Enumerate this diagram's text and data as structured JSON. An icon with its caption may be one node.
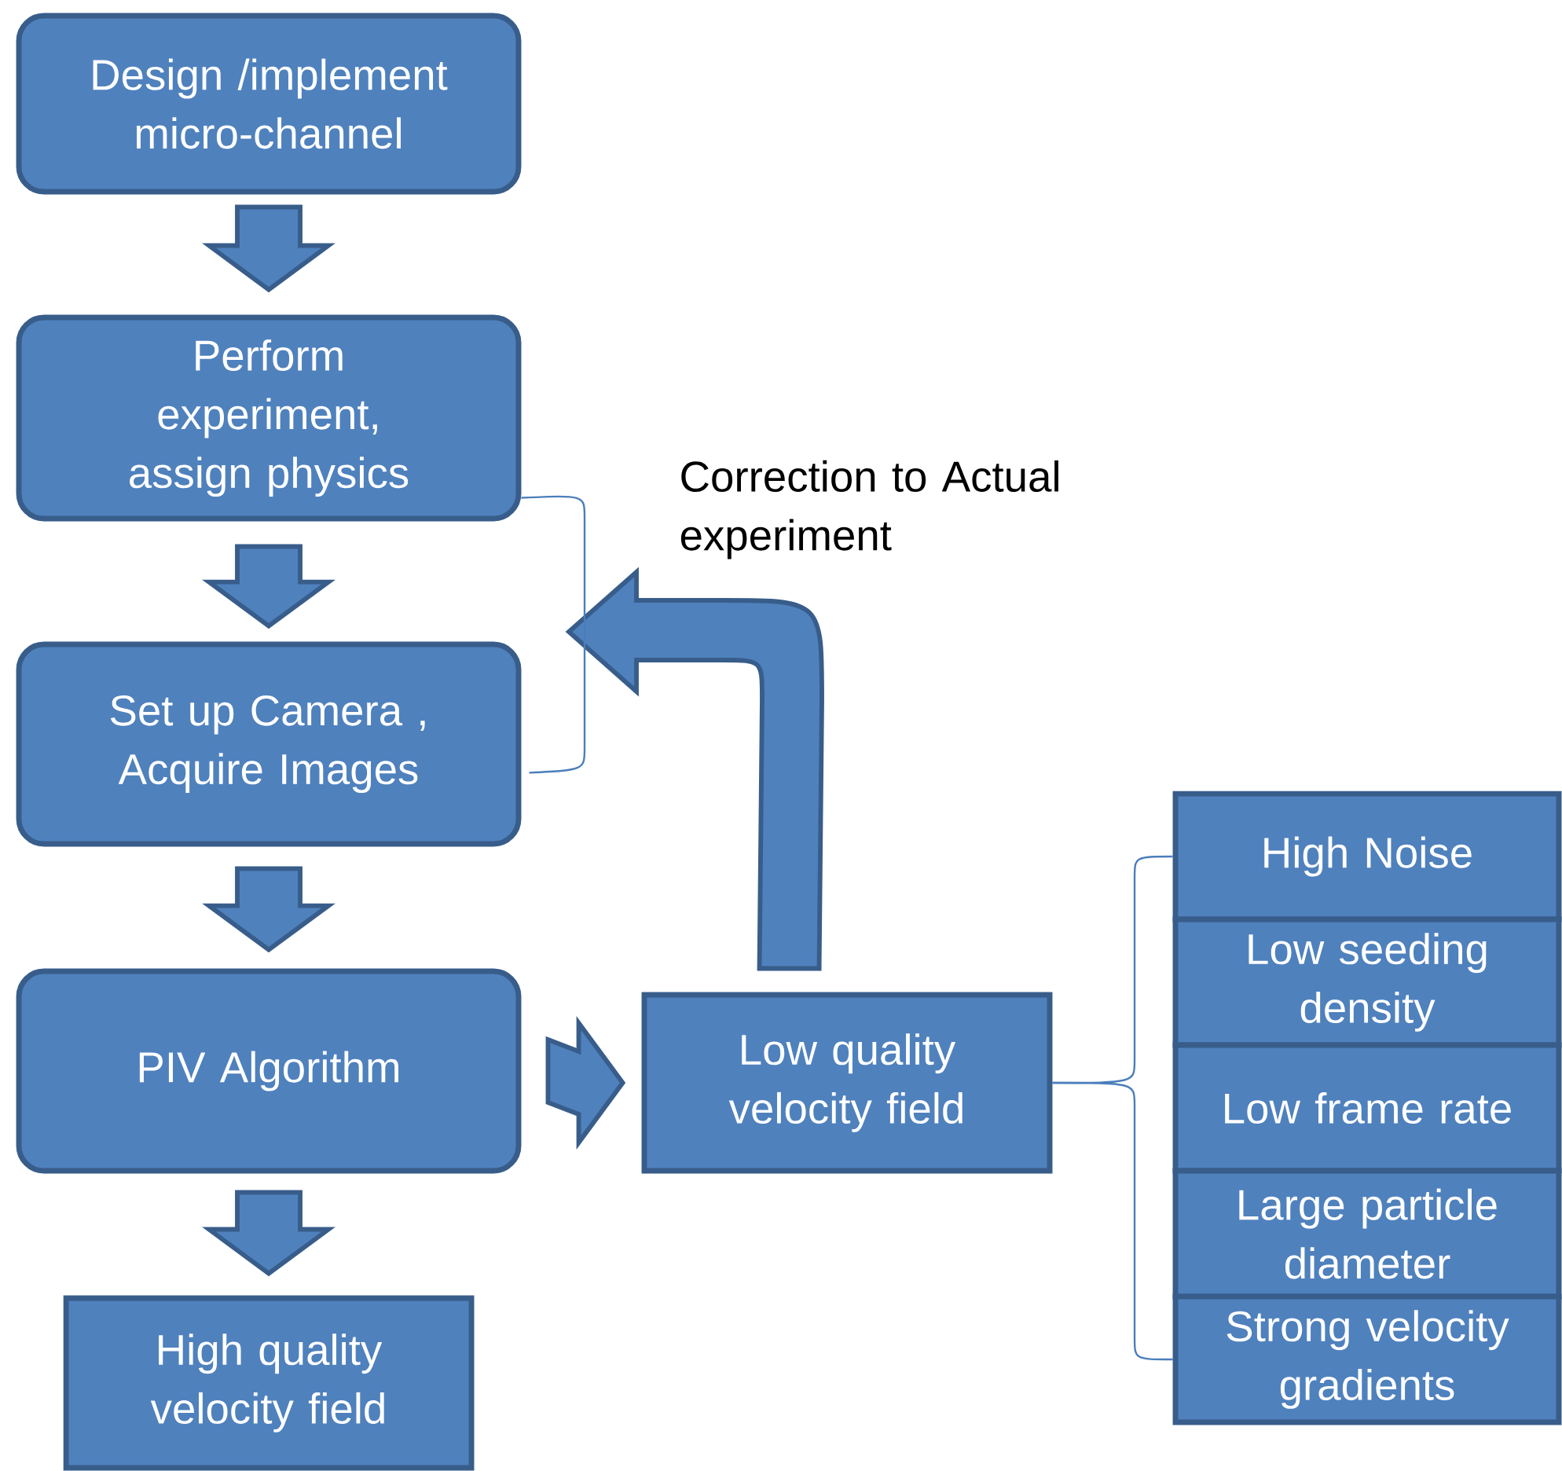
{
  "diagram": {
    "nodes": [
      {
        "text": [
          "Design /implement micro-channel"
        ]
      },
      {
        "text": [
          "Perform experiment,  assign physics"
        ]
      },
      {
        "text": [
          "Set up Camera , Acquire Images"
        ]
      },
      {
        "text": [
          "PIV  Algorithm"
        ]
      },
      {
        "text": [
          "High quality velocity field"
        ]
      },
      {
        "text": [
          "Low quality velocity field"
        ]
      },
      {
        "text": [
          "High Noise"
        ]
      },
      {
        "text": [
          "Low seeding density"
        ]
      },
      {
        "text": [
          "Low frame rate"
        ]
      },
      {
        "text": [
          "Large particle diameter"
        ]
      },
      {
        "text": [
          "Strong velocity gradients"
        ]
      }
    ],
    "edges": [
      {
        "from": 0,
        "to": 1,
        "arrow": "to",
        "style": "thick"
      },
      {
        "from": 1,
        "to": 2,
        "arrow": "to",
        "style": "thick"
      },
      {
        "from": 2,
        "to": 3,
        "arrow": "to",
        "style": "thick"
      },
      {
        "from": 3,
        "to": 4,
        "arrow": "to",
        "style": "thick"
      },
      {
        "from": 3,
        "to": 5,
        "arrow": "to",
        "style": "thick"
      },
      {
        "from": 5,
        "to": null,
        "arrow": "to",
        "style": "thick",
        "label": "Correction to Actual experiment"
      },
      {
        "from": 5,
        "to": 6,
        "arrow": "none",
        "color": "#4a7ebb"
      },
      {
        "from": 5,
        "to": 10,
        "arrow": "none",
        "color": "#4a7ebb"
      },
      {
        "from": 1,
        "to": 2,
        "arrow": "none",
        "color": "#4a7ebb"
      }
    ]
  }
}
